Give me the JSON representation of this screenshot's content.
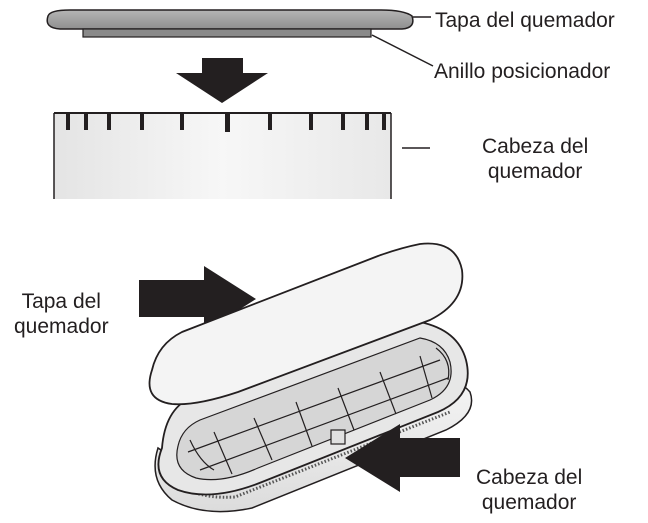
{
  "top_diagram": {
    "cap_label": "Tapa del quemador",
    "ring_label": "Anillo posicionador",
    "head_label_line1": "Cabeza del",
    "head_label_line2": "quemador"
  },
  "bottom_diagram": {
    "cap_label_line1": "Tapa del",
    "cap_label_line2": "quemador",
    "head_label_line1": "Cabeza del",
    "head_label_line2": "quemador"
  },
  "colors": {
    "ink": "#231f20",
    "cap_fill": "#9e9e9e",
    "ring_fill": "#8a8a8a",
    "head_fill": "#f2f2f2",
    "oval_cap_fill": "#f4f4f4"
  }
}
